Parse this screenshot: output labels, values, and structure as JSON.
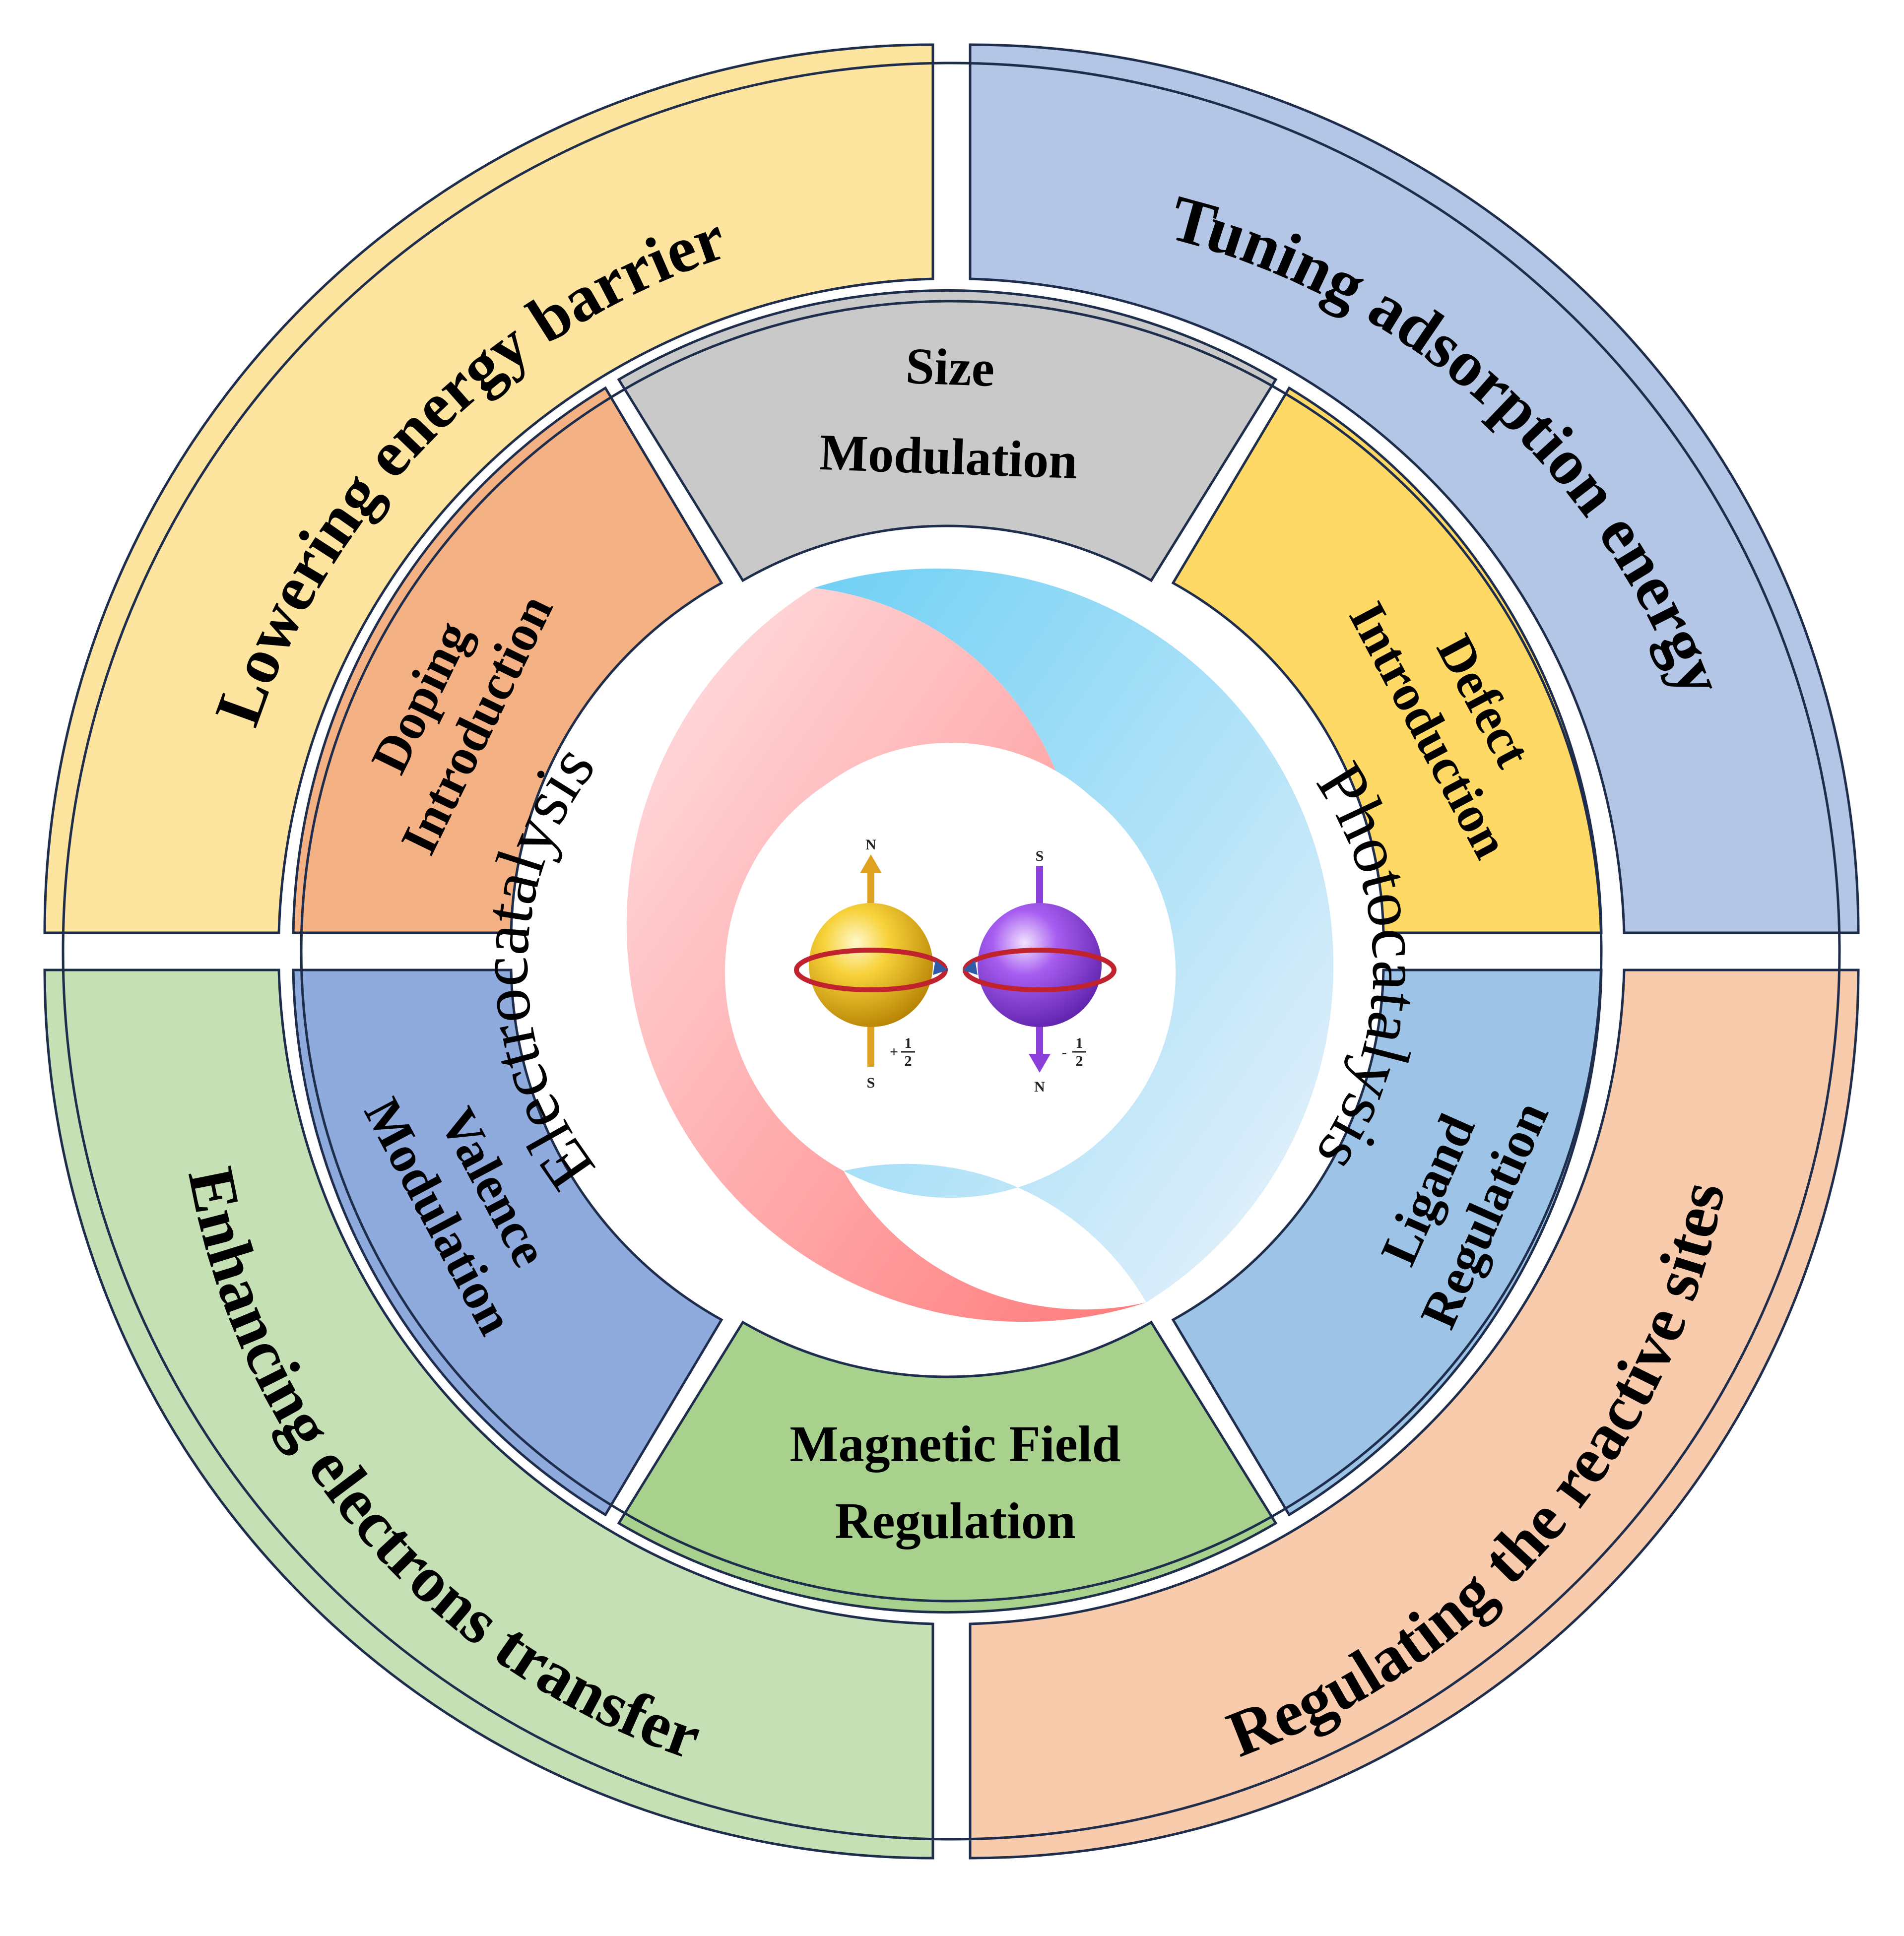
{
  "outer_ring": [
    {
      "id": "top-left",
      "label": "Lowering energy barrier",
      "color": "#fde49f"
    },
    {
      "id": "top-right",
      "label": "Tuning adsorption energy",
      "color": "#b4c6e6"
    },
    {
      "id": "bottom-left",
      "label": "Enhancing electrons transfer",
      "color": "#c5e0b4"
    },
    {
      "id": "bottom-right",
      "label": "Regulating the reactive sites",
      "color": "#f8cbad"
    }
  ],
  "middle_ring": [
    {
      "id": "size",
      "lines": [
        "Size",
        "Modulation"
      ],
      "color": "#c9c9c9"
    },
    {
      "id": "defect",
      "lines": [
        "Defect",
        "Introduction"
      ],
      "color": "#ffd966"
    },
    {
      "id": "ligand",
      "lines": [
        "Ligand",
        "Regulation"
      ],
      "color": "#9dc3e6"
    },
    {
      "id": "magnetic",
      "lines": [
        "Magnetic Field",
        "Regulation"
      ],
      "color": "#a9d18e"
    },
    {
      "id": "valence",
      "lines": [
        "Valence",
        "Modulation"
      ],
      "color": "#8faadc"
    },
    {
      "id": "doping",
      "lines": [
        "Doping",
        "Introduction"
      ],
      "color": "#f4b183"
    }
  ],
  "center": {
    "left_label": "Electrocatalysis",
    "right_label": "Photocatalysis",
    "left_color": "#ff8a8a",
    "right_color": "#7ccff2"
  },
  "spins": {
    "up": {
      "top_pole": "N",
      "bottom_pole": "S",
      "value_sign": "+",
      "value_num": "1",
      "value_den": "2",
      "ball_color": "#f0b400",
      "arrow_color": "#e0a020"
    },
    "down": {
      "top_pole": "S",
      "bottom_pole": "N",
      "value_sign": "-",
      "value_num": "1",
      "value_den": "2",
      "ball_color": "#9a4de8",
      "arrow_color": "#8a3fd8"
    }
  },
  "colors": {
    "divider": "#ffffff",
    "border": "#1f2d4d"
  }
}
